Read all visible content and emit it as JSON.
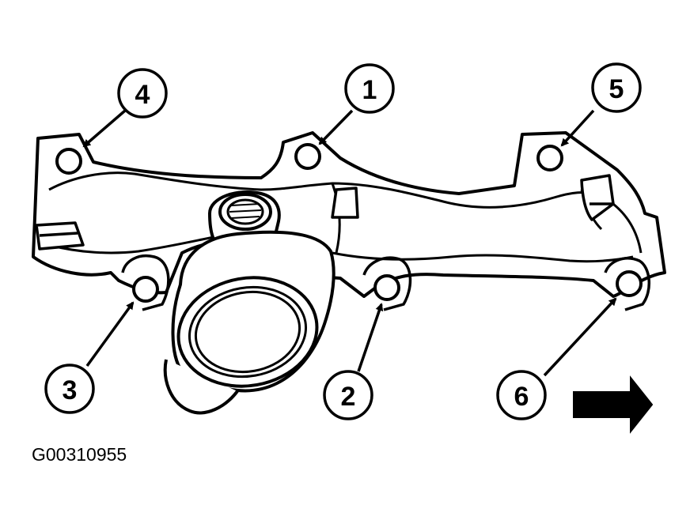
{
  "figure_id": "G00310955",
  "bolt_callouts": [
    {
      "label": "1"
    },
    {
      "label": "2"
    },
    {
      "label": "3"
    },
    {
      "label": "4"
    },
    {
      "label": "5"
    },
    {
      "label": "6"
    }
  ],
  "colors": {
    "line": "#000000",
    "fill": "#ffffff"
  },
  "icons": {
    "direction_arrow": "right-arrow-icon"
  }
}
